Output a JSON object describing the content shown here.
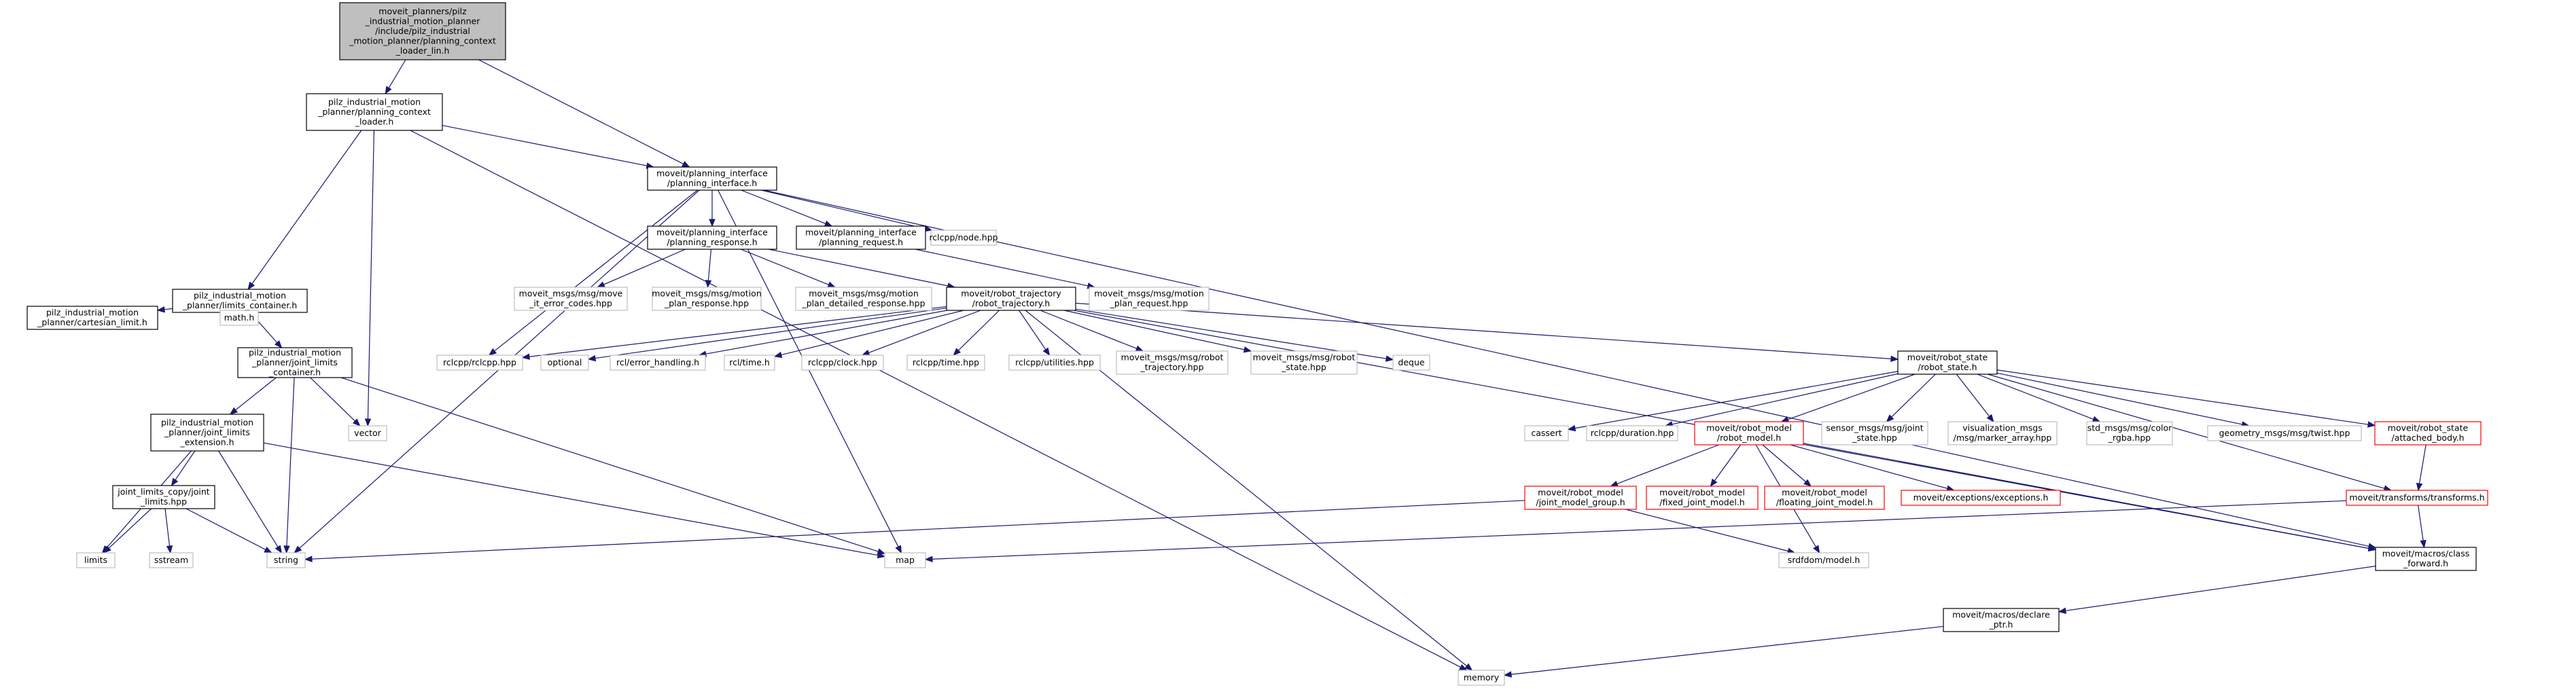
{
  "colors": {
    "edge": "#191970",
    "border_documented": "#000000",
    "border_missing": "#bfbfbf",
    "border_truncated": "#ff0000",
    "fill_root": "#bfbfbf",
    "fill_default": "#ffffff"
  },
  "nodes": [
    {
      "id": "root",
      "lines": [
        "moveit_planners/pilz",
        "_industrial_motion_planner",
        "/include/pilz_industrial",
        "_motion_planner/planning_context",
        "_loader_lin.h"
      ],
      "style": "root"
    },
    {
      "id": "pcl",
      "lines": [
        "pilz_industrial_motion",
        "_planner/planning_context",
        "_loader.h"
      ],
      "style": "documented"
    },
    {
      "id": "pi",
      "lines": [
        "moveit/planning_interface",
        "/planning_interface.h"
      ],
      "style": "documented"
    },
    {
      "id": "lc",
      "lines": [
        "pilz_industrial_motion",
        "_planner/limits_container.h"
      ],
      "style": "documented"
    },
    {
      "id": "pr",
      "lines": [
        "moveit/planning_interface",
        "/planning_response.h"
      ],
      "style": "documented"
    },
    {
      "id": "preq",
      "lines": [
        "moveit/planning_interface",
        "/planning_request.h"
      ],
      "style": "documented"
    },
    {
      "id": "node",
      "lines": [
        "rclcpp/node.hpp"
      ],
      "style": "missing"
    },
    {
      "id": "cart",
      "lines": [
        "pilz_industrial_motion",
        "_planner/cartesian_limit.h"
      ],
      "style": "documented"
    },
    {
      "id": "math",
      "lines": [
        "math.h"
      ],
      "style": "missing"
    },
    {
      "id": "jlc",
      "lines": [
        "pilz_industrial_motion",
        "_planner/joint_limits",
        "_container.h"
      ],
      "style": "documented"
    },
    {
      "id": "mec",
      "lines": [
        "moveit_msgs/msg/move",
        "_it_error_codes.hpp"
      ],
      "style": "missing"
    },
    {
      "id": "mpr",
      "lines": [
        "moveit_msgs/msg/motion",
        "_plan_response.hpp"
      ],
      "style": "missing"
    },
    {
      "id": "mpdr",
      "lines": [
        "moveit_msgs/msg/motion",
        "_plan_detailed_response.hpp"
      ],
      "style": "missing"
    },
    {
      "id": "rt",
      "lines": [
        "moveit/robot_trajectory",
        "/robot_trajectory.h"
      ],
      "style": "documented"
    },
    {
      "id": "mpreq",
      "lines": [
        "moveit_msgs/msg/motion",
        "_plan_request.hpp"
      ],
      "style": "missing"
    },
    {
      "id": "vector",
      "lines": [
        "vector"
      ],
      "style": "missing"
    },
    {
      "id": "jle",
      "lines": [
        "pilz_industrial_motion",
        "_planner/joint_limits",
        "_extension.h"
      ],
      "style": "documented"
    },
    {
      "id": "rclcpp",
      "lines": [
        "rclcpp/rclcpp.hpp"
      ],
      "style": "missing"
    },
    {
      "id": "optional",
      "lines": [
        "optional"
      ],
      "style": "missing"
    },
    {
      "id": "rcleh",
      "lines": [
        "rcl/error_handling.h"
      ],
      "style": "missing"
    },
    {
      "id": "rcltime",
      "lines": [
        "rcl/time.h"
      ],
      "style": "missing"
    },
    {
      "id": "clock",
      "lines": [
        "rclcpp/clock.hpp"
      ],
      "style": "missing"
    },
    {
      "id": "timehpp",
      "lines": [
        "rclcpp/time.hpp"
      ],
      "style": "missing"
    },
    {
      "id": "util",
      "lines": [
        "rclcpp/utilities.hpp"
      ],
      "style": "missing"
    },
    {
      "id": "mrt",
      "lines": [
        "moveit_msgs/msg/robot",
        "_trajectory.hpp"
      ],
      "style": "missing"
    },
    {
      "id": "mrs",
      "lines": [
        "moveit_msgs/msg/robot",
        "_state.hpp"
      ],
      "style": "missing"
    },
    {
      "id": "deque",
      "lines": [
        "deque"
      ],
      "style": "missing"
    },
    {
      "id": "rs",
      "lines": [
        "moveit/robot_state",
        "/robot_state.h"
      ],
      "style": "documented"
    },
    {
      "id": "jlcopy",
      "lines": [
        "joint_limits_copy/joint",
        "_limits.hpp"
      ],
      "style": "documented"
    },
    {
      "id": "cassert",
      "lines": [
        "cassert"
      ],
      "style": "missing"
    },
    {
      "id": "duration",
      "lines": [
        "rclcpp/duration.hpp"
      ],
      "style": "missing"
    },
    {
      "id": "rm",
      "lines": [
        "moveit/robot_model",
        "/robot_model.h"
      ],
      "style": "truncated"
    },
    {
      "id": "sjs",
      "lines": [
        "sensor_msgs/msg/joint",
        "_state.hpp"
      ],
      "style": "missing"
    },
    {
      "id": "vma",
      "lines": [
        "visualization_msgs",
        "/msg/marker_array.hpp"
      ],
      "style": "missing"
    },
    {
      "id": "crgba",
      "lines": [
        "std_msgs/msg/color",
        "_rgba.hpp"
      ],
      "style": "missing"
    },
    {
      "id": "twist",
      "lines": [
        "geometry_msgs/msg/twist.hpp"
      ],
      "style": "missing"
    },
    {
      "id": "ab",
      "lines": [
        "moveit/robot_state",
        "/attached_body.h"
      ],
      "style": "truncated"
    },
    {
      "id": "jmg",
      "lines": [
        "moveit/robot_model",
        "/joint_model_group.h"
      ],
      "style": "truncated"
    },
    {
      "id": "fjm",
      "lines": [
        "moveit/robot_model",
        "/fixed_joint_model.h"
      ],
      "style": "truncated"
    },
    {
      "id": "flm",
      "lines": [
        "moveit/robot_model",
        "/floating_joint_model.h"
      ],
      "style": "truncated"
    },
    {
      "id": "exc",
      "lines": [
        "moveit/exceptions/exceptions.h"
      ],
      "style": "truncated"
    },
    {
      "id": "tf",
      "lines": [
        "moveit/transforms/transforms.h"
      ],
      "style": "truncated"
    },
    {
      "id": "limits",
      "lines": [
        "limits"
      ],
      "style": "missing"
    },
    {
      "id": "sstream",
      "lines": [
        "sstream"
      ],
      "style": "missing"
    },
    {
      "id": "string",
      "lines": [
        "string"
      ],
      "style": "missing"
    },
    {
      "id": "map",
      "lines": [
        "map"
      ],
      "style": "missing"
    },
    {
      "id": "srdf",
      "lines": [
        "srdfdom/model.h"
      ],
      "style": "missing"
    },
    {
      "id": "cf",
      "lines": [
        "moveit/macros/class",
        "_forward.h"
      ],
      "style": "documented"
    },
    {
      "id": "decl",
      "lines": [
        "moveit/macros/declare",
        "_ptr.h"
      ],
      "style": "documented"
    },
    {
      "id": "memory",
      "lines": [
        "memory"
      ],
      "style": "missing"
    }
  ],
  "edges": [
    [
      "root",
      "pcl"
    ],
    [
      "root",
      "pi"
    ],
    [
      "pcl",
      "pi"
    ],
    [
      "pcl",
      "lc"
    ],
    [
      "pcl",
      "vector"
    ],
    [
      "pcl",
      "memory"
    ],
    [
      "pi",
      "pr"
    ],
    [
      "pi",
      "preq"
    ],
    [
      "pi",
      "node"
    ],
    [
      "pi",
      "rclcpp"
    ],
    [
      "pi",
      "string"
    ],
    [
      "pi",
      "map"
    ],
    [
      "pi",
      "cf"
    ],
    [
      "lc",
      "cart"
    ],
    [
      "lc",
      "math"
    ],
    [
      "lc",
      "jlc"
    ],
    [
      "jlc",
      "jle"
    ],
    [
      "jlc",
      "vector"
    ],
    [
      "jlc",
      "string"
    ],
    [
      "jlc",
      "map"
    ],
    [
      "jle",
      "jlcopy"
    ],
    [
      "jle",
      "limits"
    ],
    [
      "jle",
      "string"
    ],
    [
      "jle",
      "map"
    ],
    [
      "jlcopy",
      "limits"
    ],
    [
      "jlcopy",
      "sstream"
    ],
    [
      "jlcopy",
      "string"
    ],
    [
      "pr",
      "mec"
    ],
    [
      "pr",
      "mpr"
    ],
    [
      "pr",
      "mpdr"
    ],
    [
      "pr",
      "rt"
    ],
    [
      "preq",
      "mpreq"
    ],
    [
      "rt",
      "rclcpp"
    ],
    [
      "rt",
      "optional"
    ],
    [
      "rt",
      "rcleh"
    ],
    [
      "rt",
      "rcltime"
    ],
    [
      "rt",
      "clock"
    ],
    [
      "rt",
      "timehpp"
    ],
    [
      "rt",
      "util"
    ],
    [
      "rt",
      "mrt"
    ],
    [
      "rt",
      "mrs"
    ],
    [
      "rt",
      "deque"
    ],
    [
      "rt",
      "memory"
    ],
    [
      "rt",
      "rs"
    ],
    [
      "rt",
      "cf"
    ],
    [
      "rs",
      "cassert"
    ],
    [
      "rs",
      "duration"
    ],
    [
      "rs",
      "rm"
    ],
    [
      "rs",
      "sjs"
    ],
    [
      "rs",
      "vma"
    ],
    [
      "rs",
      "crgba"
    ],
    [
      "rs",
      "twist"
    ],
    [
      "rs",
      "ab"
    ],
    [
      "rs",
      "tf"
    ],
    [
      "rm",
      "jmg"
    ],
    [
      "rm",
      "fjm"
    ],
    [
      "rm",
      "flm"
    ],
    [
      "rm",
      "exc"
    ],
    [
      "rm",
      "srdf"
    ],
    [
      "rm",
      "cf"
    ],
    [
      "jmg",
      "string"
    ],
    [
      "jmg",
      "srdf"
    ],
    [
      "ab",
      "tf"
    ],
    [
      "tf",
      "map"
    ],
    [
      "tf",
      "cf"
    ],
    [
      "cf",
      "decl"
    ],
    [
      "decl",
      "memory"
    ]
  ]
}
